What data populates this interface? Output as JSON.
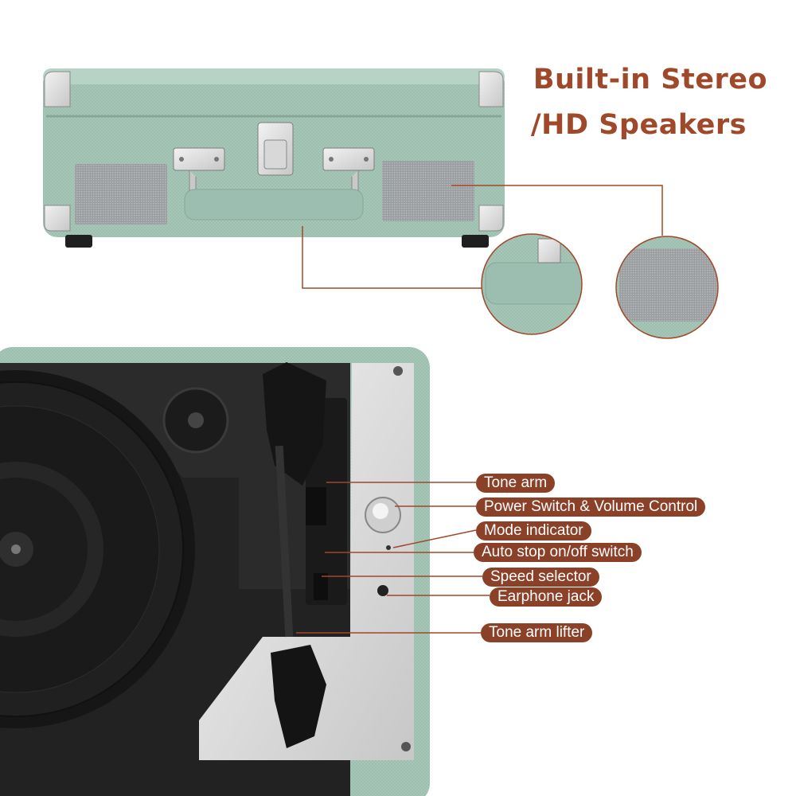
{
  "heading": {
    "line1": "Built-in Stereo",
    "line2": "/HD Speakers"
  },
  "callouts": [
    {
      "id": "tone-arm",
      "label": "Tone arm"
    },
    {
      "id": "power-switch-volume",
      "label": "Power Switch & Volume Control"
    },
    {
      "id": "mode-indicator",
      "label": "Mode indicator"
    },
    {
      "id": "auto-stop-switch",
      "label": "Auto stop on/off switch"
    },
    {
      "id": "speed-selector",
      "label": "Speed selector"
    },
    {
      "id": "earphone-jack",
      "label": "Earphone jack"
    },
    {
      "id": "tone-arm-lifter",
      "label": "Tone arm lifter"
    }
  ],
  "colors": {
    "accent": "#a0482a",
    "tag_bg": "#8b4028",
    "case_green": "#a6c7b8",
    "plate_black": "#1d1d1d",
    "panel_silver": "#d9d9d9"
  }
}
